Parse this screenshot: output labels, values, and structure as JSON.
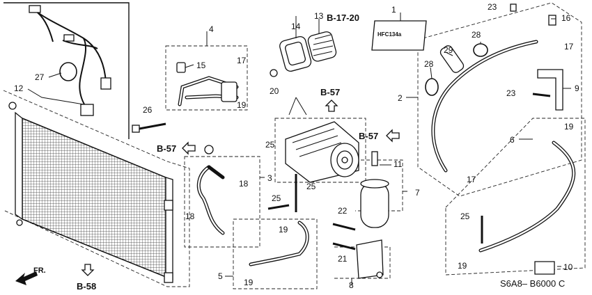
{
  "callouts": {
    "c1": "1",
    "c2": "2",
    "c3": "3",
    "c4": "4",
    "c5": "5",
    "c6": "6",
    "c7": "7",
    "c8": "8",
    "c9": "9",
    "c10": "10",
    "c11": "11",
    "c12": "12",
    "c13": "13",
    "c14": "14",
    "c15": "15",
    "c16": "16",
    "c17a": "17",
    "c17b": "17",
    "c17c": "17",
    "c18a": "18",
    "c18b": "18",
    "c19a": "19",
    "c19b": "19",
    "c19c": "19",
    "c19d": "19",
    "c19e": "19",
    "c20": "20",
    "c21": "21",
    "c22": "22",
    "c23a": "23",
    "c23b": "23",
    "c25a": "25",
    "c25b": "25",
    "c25c": "25",
    "c25d": "25",
    "c26": "26",
    "c27": "27",
    "c28": "28",
    "c29": "29"
  },
  "refs": {
    "b1720": "B-17-20",
    "b57_center": "B-57",
    "b57_left": "B-57",
    "b57_right": "B-57",
    "b58": "B-58"
  },
  "label_plate": "HFC134a",
  "front_marker": "FR.",
  "diagram_code": "S6A8– B6000 C"
}
